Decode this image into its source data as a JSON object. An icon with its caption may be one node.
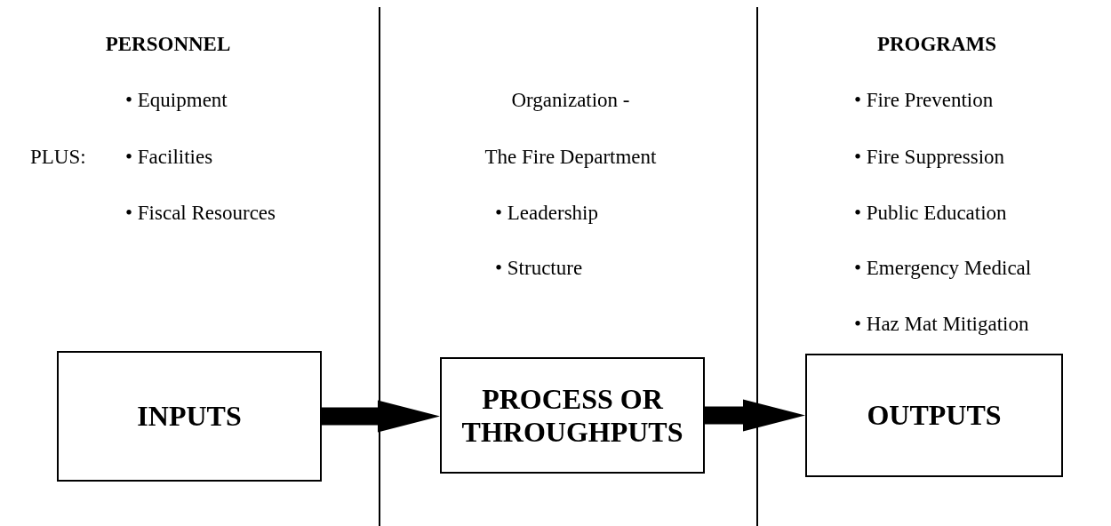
{
  "diagram": {
    "nodes": [
      {
        "text": [
          "INPUTS"
        ]
      },
      {
        "text": [
          "PROCESS OR THROUGHPUTS"
        ]
      },
      {
        "text": [
          "OUTPUTS"
        ]
      }
    ],
    "edges": [
      {
        "from": 0,
        "to": 1,
        "arrow": "to",
        "style": "thick"
      },
      {
        "from": 1,
        "to": 2,
        "arrow": "to",
        "style": "thick"
      }
    ],
    "labels": [
      "PERSONNEL",
      "PROGRAMS",
      "• Equipment",
      "Organization -",
      "• Fire Prevention",
      "PLUS:",
      "• Facilities",
      "The Fire Department",
      "• Fire Suppression",
      "• Fiscal Resources",
      "• Leadership",
      "• Public Education",
      "• Structure",
      "• Emergency Medical",
      "• Haz Mat Mitigation"
    ]
  }
}
